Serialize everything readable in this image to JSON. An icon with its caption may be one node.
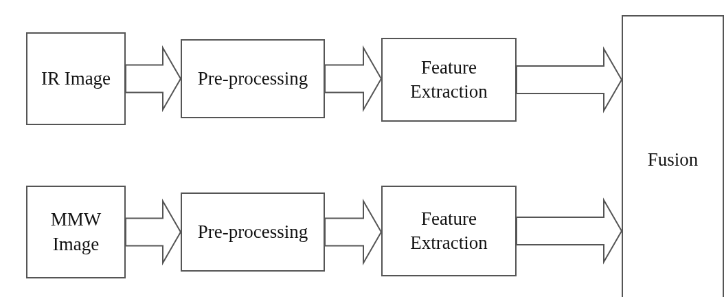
{
  "diagram": {
    "nodes": [
      {
        "text": [
          "IR Image"
        ]
      },
      {
        "text": [
          "Pre-processing"
        ]
      },
      {
        "text": [
          "Feature Extraction"
        ]
      },
      {
        "text": [
          "Fusion"
        ]
      },
      {
        "text": [
          "MMW Image"
        ]
      },
      {
        "text": [
          "Pre-processing"
        ]
      },
      {
        "text": [
          "Feature Extraction"
        ]
      }
    ],
    "edges": [
      {
        "from": 0,
        "to": 1,
        "arrow": "to"
      },
      {
        "from": 1,
        "to": 2,
        "arrow": "to"
      },
      {
        "from": 2,
        "to": 3,
        "arrow": "to"
      },
      {
        "from": 4,
        "to": 5,
        "arrow": "to"
      },
      {
        "from": 5,
        "to": 6,
        "arrow": "to"
      },
      {
        "from": 6,
        "to": 3,
        "arrow": "to"
      }
    ]
  }
}
